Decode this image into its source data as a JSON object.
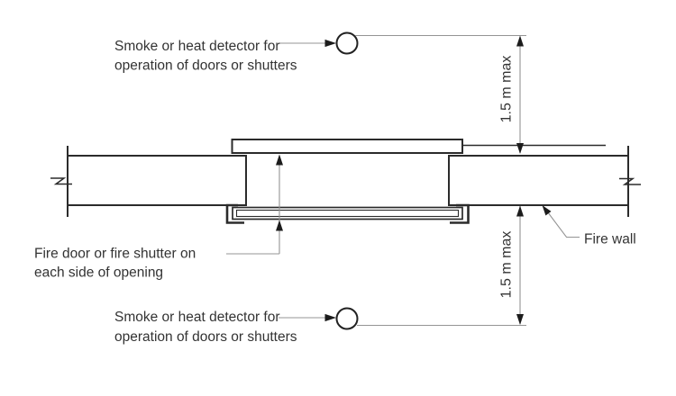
{
  "diagram": {
    "type": "fire-wall-opening-protection-section",
    "labels": {
      "detector_top": {
        "line1": "Smoke or heat detector for",
        "line2": "operation of doors or shutters"
      },
      "detector_bottom": {
        "line1": "Smoke or heat detector for",
        "line2": "operation of doors or shutters"
      },
      "fire_door": {
        "line1": "Fire door or fire shutter on",
        "line2": "each side of opening"
      },
      "fire_wall": "Fire wall",
      "dim_top": "1.5 m max",
      "dim_bottom": "1.5 m max"
    },
    "colors": {
      "outline": "#2b2b2b",
      "hatch": "#565656",
      "leader": "#949494",
      "arrowhead": "#1c1c1c",
      "text": "#333333",
      "background": "#ffffff"
    }
  }
}
